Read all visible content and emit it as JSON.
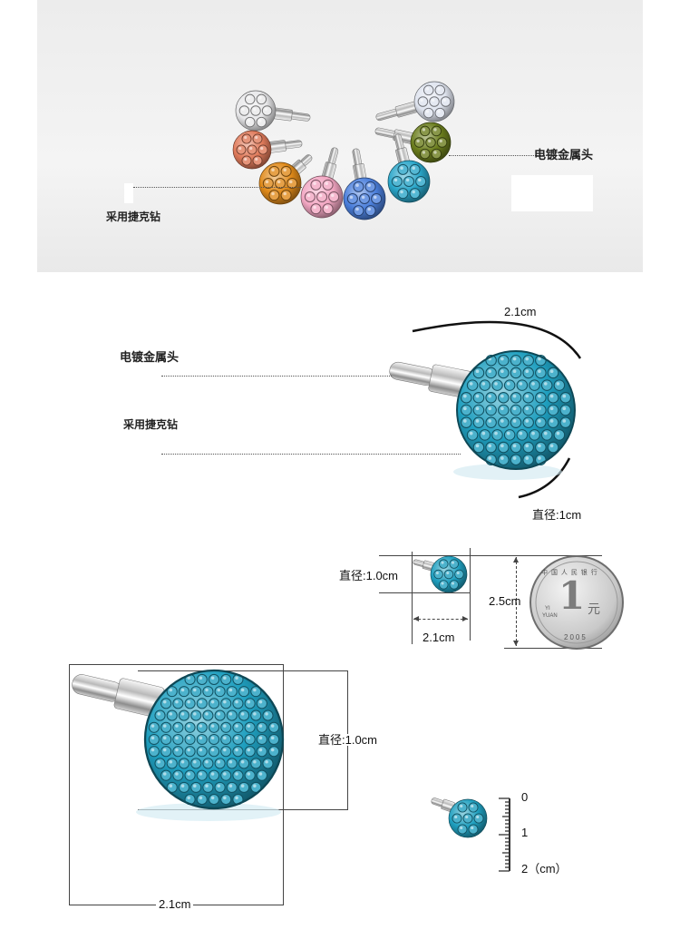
{
  "panel1": {
    "label_top_right": "电镀金属头",
    "label_left": "采用捷克钻",
    "stones": [
      {
        "name": "clear",
        "color": "#e8e8ea"
      },
      {
        "name": "ab-multicolor",
        "color": "#dfe4ef"
      },
      {
        "name": "red-mix",
        "color": "#e07a5a"
      },
      {
        "name": "olive-green",
        "color": "#6b7d1d"
      },
      {
        "name": "orange",
        "color": "#e08a1a"
      },
      {
        "name": "pink",
        "color": "#f2a6c2"
      },
      {
        "name": "blue",
        "color": "#4b7fdc"
      },
      {
        "name": "aqua",
        "color": "#2aa6c9"
      }
    ]
  },
  "panel2": {
    "width_label": "2.1cm",
    "label_metal_head": "电镀金属头",
    "label_czech_stone": "采用捷克钻",
    "diameter_label": "直径:1cm",
    "stone_color": "#1f9fbf"
  },
  "panel3": {
    "diameter_label": "直径:1.0cm",
    "length_label": "2.1cm",
    "coin_height_label": "2.5cm",
    "coin_text_top": "中 国 人 民 银 行",
    "coin_numeral": "1",
    "coin_unit": "元",
    "coin_yi": "YI",
    "coin_yuan": "YUAN",
    "coin_year": "2005"
  },
  "panel4": {
    "diameter_label": "直径:1.0cm",
    "length_label": "2.1cm",
    "stone_color": "#1f9fbf"
  },
  "panel5": {
    "ruler_ticks": [
      "0",
      "1",
      "2（cm）"
    ]
  }
}
